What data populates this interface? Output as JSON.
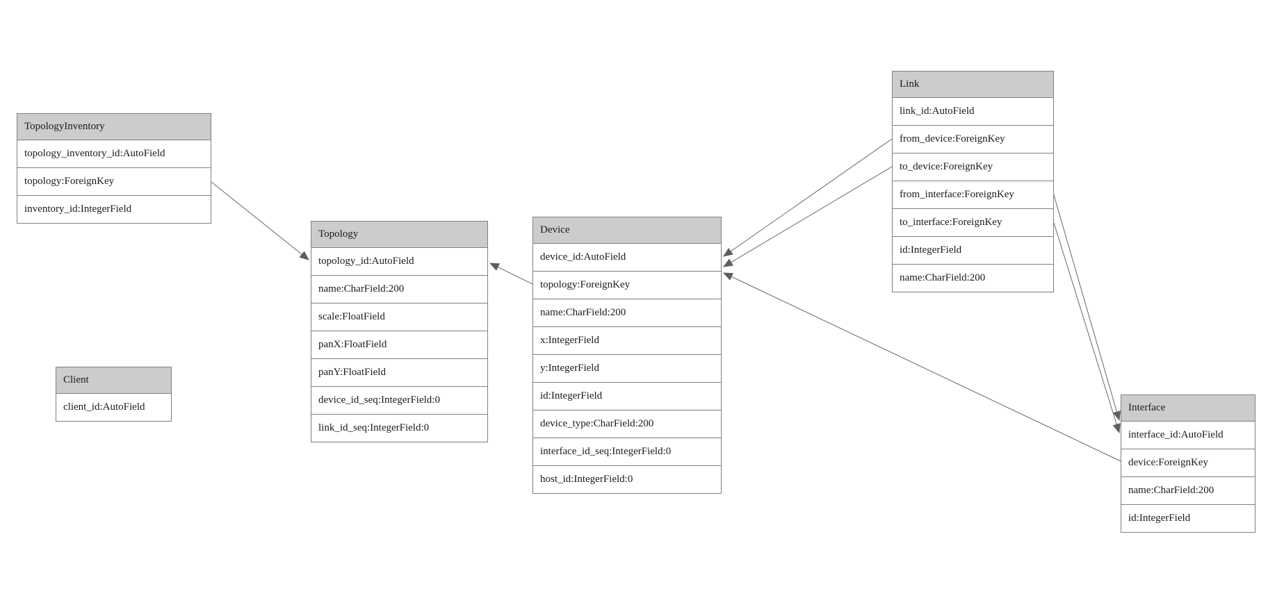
{
  "diagram": {
    "type": "entity-relationship-model-diagram",
    "colors": {
      "entity_header_bg": "#cccccc",
      "entity_border": "#7f7f7f",
      "edge_line": "#666666",
      "arrowhead": "#5e5e5e",
      "background": "#ffffff",
      "text": "#1a1a1a"
    },
    "entities": [
      {
        "id": "topology_inventory",
        "title": "TopologyInventory",
        "fields": [
          "topology_inventory_id:AutoField",
          "topology:ForeignKey",
          "inventory_id:IntegerField"
        ]
      },
      {
        "id": "topology",
        "title": "Topology",
        "fields": [
          "topology_id:AutoField",
          "name:CharField:200",
          "scale:FloatField",
          "panX:FloatField",
          "panY:FloatField",
          "device_id_seq:IntegerField:0",
          "link_id_seq:IntegerField:0"
        ]
      },
      {
        "id": "client",
        "title": "Client",
        "fields": [
          "client_id:AutoField"
        ]
      },
      {
        "id": "device",
        "title": "Device",
        "fields": [
          "device_id:AutoField",
          "topology:ForeignKey",
          "name:CharField:200",
          "x:IntegerField",
          "y:IntegerField",
          "id:IntegerField",
          "device_type:CharField:200",
          "interface_id_seq:IntegerField:0",
          "host_id:IntegerField:0"
        ]
      },
      {
        "id": "link",
        "title": "Link",
        "fields": [
          "link_id:AutoField",
          "from_device:ForeignKey",
          "to_device:ForeignKey",
          "from_interface:ForeignKey",
          "to_interface:ForeignKey",
          "id:IntegerField",
          "name:CharField:200"
        ]
      },
      {
        "id": "interface",
        "title": "Interface",
        "fields": [
          "interface_id:AutoField",
          "device:ForeignKey",
          "name:CharField:200",
          "id:IntegerField"
        ]
      }
    ],
    "relationships": [
      {
        "from": "TopologyInventory.topology",
        "to": "Topology"
      },
      {
        "from": "Device.topology",
        "to": "Topology"
      },
      {
        "from": "Link.from_device",
        "to": "Device"
      },
      {
        "from": "Link.to_device",
        "to": "Device"
      },
      {
        "from": "Link.from_interface",
        "to": "Interface"
      },
      {
        "from": "Link.to_interface",
        "to": "Interface"
      },
      {
        "from": "Interface.device",
        "to": "Device"
      }
    ]
  }
}
